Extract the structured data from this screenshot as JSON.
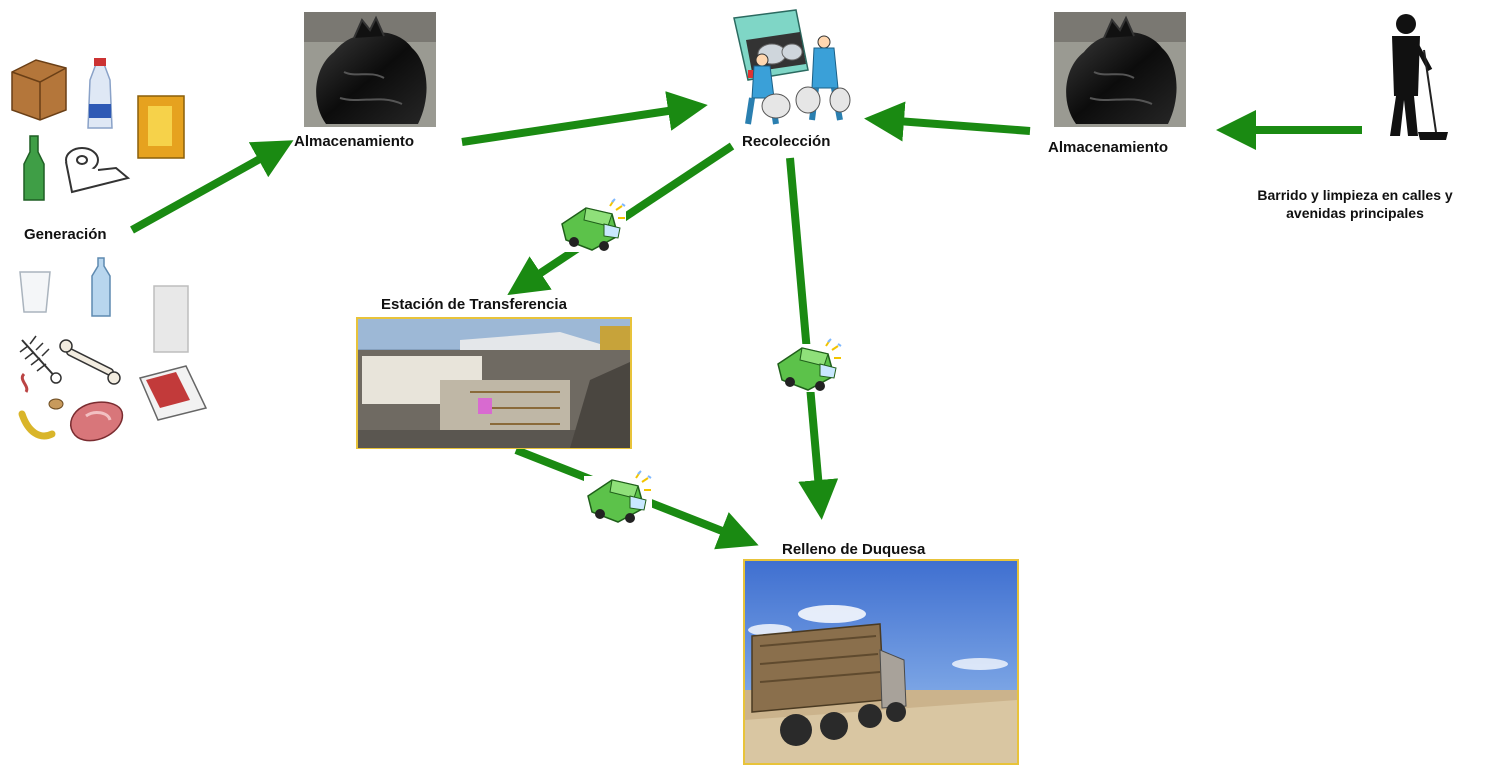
{
  "colors": {
    "arrow": "#1a8a12",
    "photo_border": "#e8c33a",
    "truck_green": "#5cc24a"
  },
  "nodes": {
    "generacion": {
      "label": "Generación"
    },
    "almacenamiento_left": {
      "label": "Almacenamiento"
    },
    "recoleccion": {
      "label": "Recolección"
    },
    "almacenamiento_right": {
      "label": "Almacenamiento"
    },
    "barrido": {
      "label": "Barrido y limpieza en calles y avenidas principales"
    },
    "estacion": {
      "label": "Estación de Transferencia"
    },
    "relleno": {
      "label": "Relleno de Duquesa"
    }
  },
  "icons": {
    "waste_items": "waste-items-icon",
    "trash_bag": "trash-bag-icon",
    "garbage_truck_workers": "garbage-truck-workers-icon",
    "sweeper": "sweeper-icon",
    "truck": "garbage-truck-icon"
  }
}
